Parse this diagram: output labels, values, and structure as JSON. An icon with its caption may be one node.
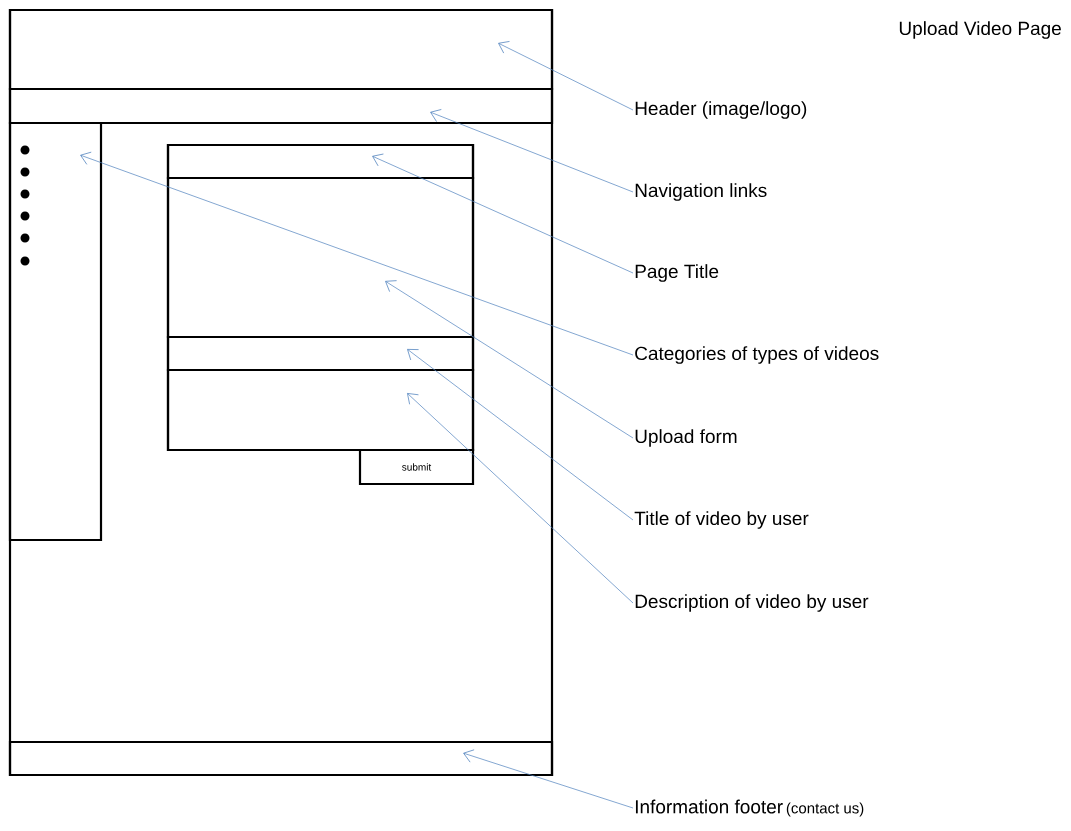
{
  "diagram": {
    "title": "Upload Video Page",
    "nodes": [
      {
        "text": [],
        "shape": "box"
      },
      {
        "text": [],
        "shape": "box",
        "in": 0
      },
      {
        "text": [],
        "shape": "box",
        "in": 0
      },
      {
        "text": [],
        "shape": "box",
        "in": 0
      },
      {
        "text": [],
        "shape": "box",
        "in": 0
      },
      {
        "text": [],
        "shape": "box",
        "in": 4
      },
      {
        "text": [],
        "shape": "box",
        "in": 4
      },
      {
        "text": [],
        "shape": "box",
        "in": 4
      },
      {
        "text": [],
        "shape": "box",
        "in": 4
      },
      {
        "text": [
          "submit"
        ],
        "in": 0
      },
      {
        "text": [],
        "shape": "box",
        "in": 0
      },
      {
        "text": [
          "Header (image/logo)"
        ]
      },
      {
        "text": [
          "Navigation links"
        ]
      },
      {
        "text": [
          "Page Title"
        ]
      },
      {
        "text": [
          "Categories of types of videos"
        ]
      },
      {
        "text": [
          "Upload form"
        ]
      },
      {
        "text": [
          "Title of video by user"
        ]
      },
      {
        "text": [
          "Description of video by user"
        ]
      },
      {
        "text": [
          "Information footer",
          "(contact us)"
        ]
      }
    ],
    "edges": [
      {
        "from": 11,
        "to": 1,
        "arrow": "to"
      },
      {
        "from": 12,
        "to": 2,
        "arrow": "to"
      },
      {
        "from": 13,
        "to": 5,
        "arrow": "to"
      },
      {
        "from": 14,
        "to": 3,
        "arrow": "to"
      },
      {
        "from": 15,
        "to": 4,
        "arrow": "to"
      },
      {
        "from": 16,
        "to": 7,
        "arrow": "to"
      },
      {
        "from": 17,
        "to": 8,
        "arrow": "to"
      },
      {
        "from": 18,
        "to": 10,
        "arrow": "to"
      }
    ]
  }
}
